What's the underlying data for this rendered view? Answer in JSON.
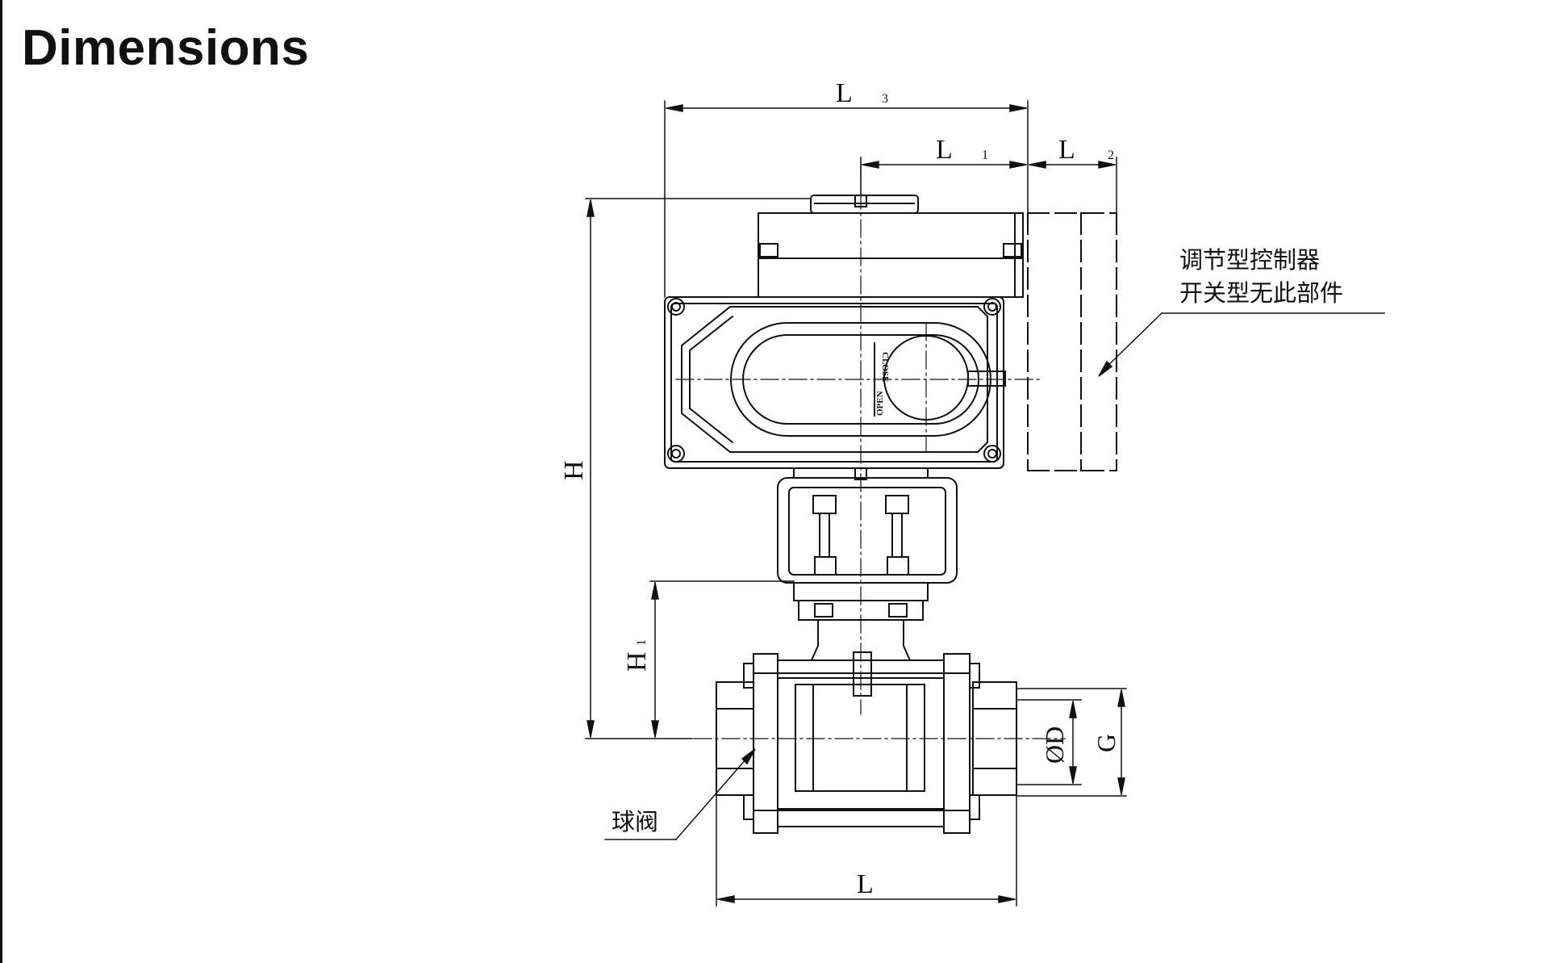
{
  "page": {
    "title": "Dimensions"
  },
  "diagram": {
    "dimension_labels": {
      "L3_main": "L",
      "L3_sub": "3",
      "L1_main": "L",
      "L1_sub": "1",
      "L2_main": "L",
      "L2_sub": "2",
      "H": "H",
      "H1_main": "H",
      "H1_sub": "1",
      "D": "ØD",
      "G": "G",
      "L": "L"
    },
    "notes": {
      "controller_line1": "调节型控制器",
      "controller_line2": "开关型无此部件",
      "ball_valve": "球阀"
    },
    "dial": {
      "close": "CLOSE",
      "open": "OPEN"
    },
    "colors": {
      "line": "#111111",
      "background": "#ffffff"
    }
  }
}
